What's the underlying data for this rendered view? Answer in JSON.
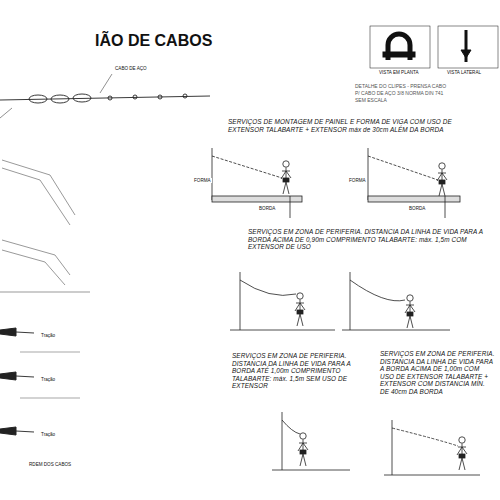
{
  "diagram": {
    "title": "IÃO DE CABOS",
    "labels": [
      "CABO DE AÇO",
      "VISTA EM PLANTA",
      "VISTA LATERAL",
      "DETALHE DO CLIPES - PRENSA CABO",
      "P/ CABO DE AÇO 3/8 NORMA DIN 741",
      "SEM ESCALA",
      "SERVIÇOS DE MONTAGEM DE PAINEL E FORMA DE VIGA COM USO DE EXTENSOR TALABARTE + EXTENSOR máx de 30cm ALÉM DA BORDA",
      "FORMA",
      "BORDA",
      "FORMA",
      "BORDA",
      "SERVIÇOS EM ZONA DE PERIFERIA. DISTANCIA DA LINHA DE VIDA PARA A BORDA ACIMA DE 0,90m COMPRIMENTO TALABARTE: máx. 1,5m COM EXTENSOR DE USO",
      "SERVIÇOS EM ZONA DE PERIFERIA. DISTANCIA DA LINHA DE VIDA PARA A BORDA ATÉ 1,00m COMPRIMENTO TALABARTE: máx. 1,5m SEM USO DE EXTENSOR",
      "SERVIÇOS EM ZONA DE PERIFERIA. DISTANCIA DA LINHA DE VIDA PARA A BORDA ACIMA DE 1,00m COM USO DE EXTENSOR TALABARTE + EXTENSOR COM DISTANCIA MÍN. DE 40cm DA BORDA",
      "Tração",
      "Tração",
      "Tração",
      "RDEM DOS CABOS"
    ]
  }
}
